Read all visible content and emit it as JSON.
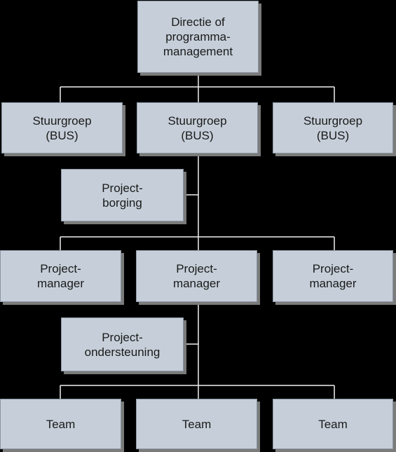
{
  "colors": {
    "background": "#000000",
    "box_fill": "#c6cfd9",
    "box_border": "#8a96a3",
    "shadow": "#7b7b7b",
    "connector": "#f0f0f0",
    "text": "#1a1a1a"
  },
  "nodes": {
    "directie": "Directie of\nprogramma-\nmanagement",
    "stuurgroep_1": "Stuurgroep\n(BUS)",
    "stuurgroep_2": "Stuurgroep\n(BUS)",
    "stuurgroep_3": "Stuurgroep\n(BUS)",
    "projectborging": "Project-\nborging",
    "projectmanager_1": "Project-\nmanager",
    "projectmanager_2": "Project-\nmanager",
    "projectmanager_3": "Project-\nmanager",
    "projectondersteuning": "Project-\nondersteuning",
    "team_1": "Team",
    "team_2": "Team",
    "team_3": "Team"
  }
}
